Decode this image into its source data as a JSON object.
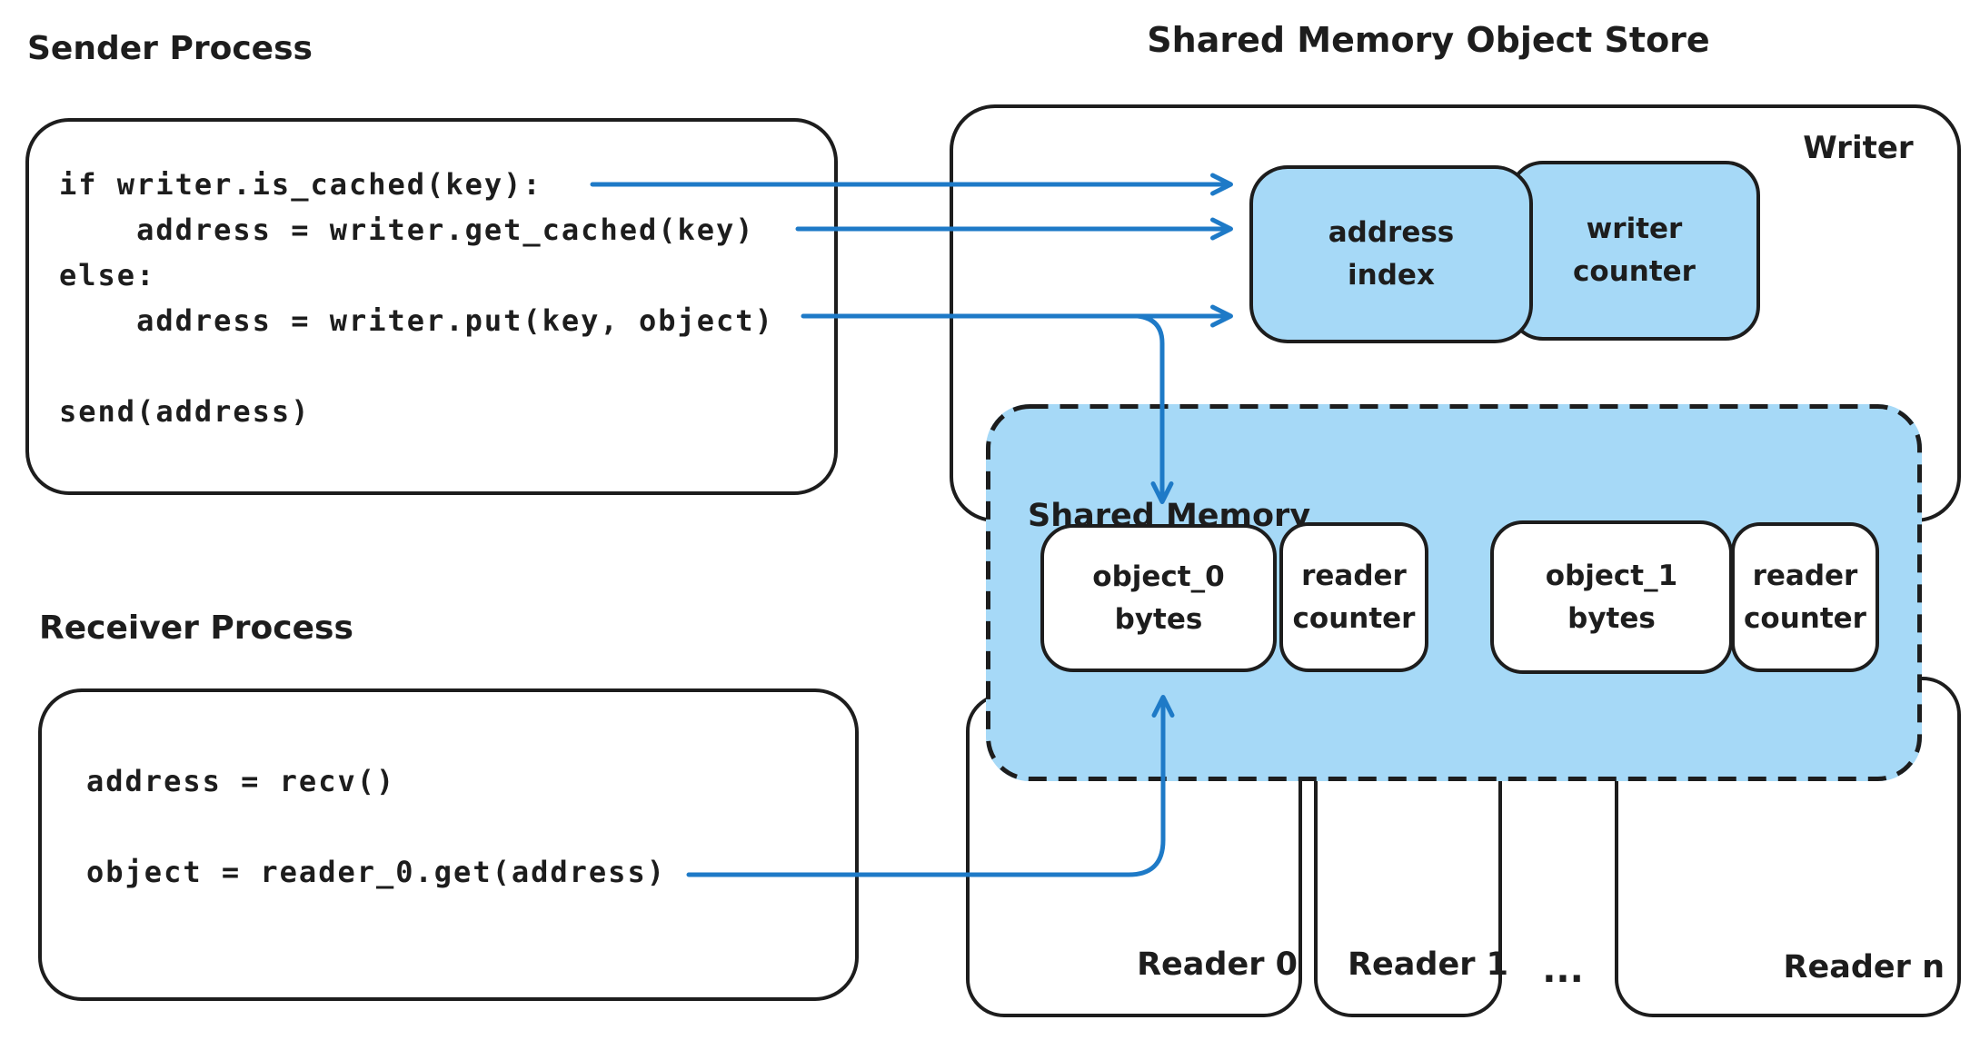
{
  "colors": {
    "fill_blue": "#a6d9f7",
    "arrow_blue": "#1e7ac7",
    "ink": "#1d1d1d"
  },
  "sender": {
    "title": "Sender Process",
    "code": "if writer.is_cached(key):\n    address = writer.get_cached(key)\nelse:\n    address = writer.put(key, object)\n\nsend(address)"
  },
  "receiver": {
    "title": "Receiver Process",
    "code": "address = recv()\n\nobject = reader_0.get(address)"
  },
  "store": {
    "title": "Shared Memory Object Store",
    "writer_label": "Writer",
    "address_index_label": "address\nindex",
    "writer_counter_label": "writer\ncounter"
  },
  "shared_memory": {
    "title": "Shared Memory",
    "objects": [
      {
        "name": "object_0\nbytes",
        "counter": "reader\ncounter"
      },
      {
        "name": "object_1\nbytes",
        "counter": "reader\ncounter"
      }
    ]
  },
  "readers": {
    "labels": [
      "Reader 0",
      "Reader 1",
      "Reader n"
    ],
    "ellipsis": "..."
  }
}
